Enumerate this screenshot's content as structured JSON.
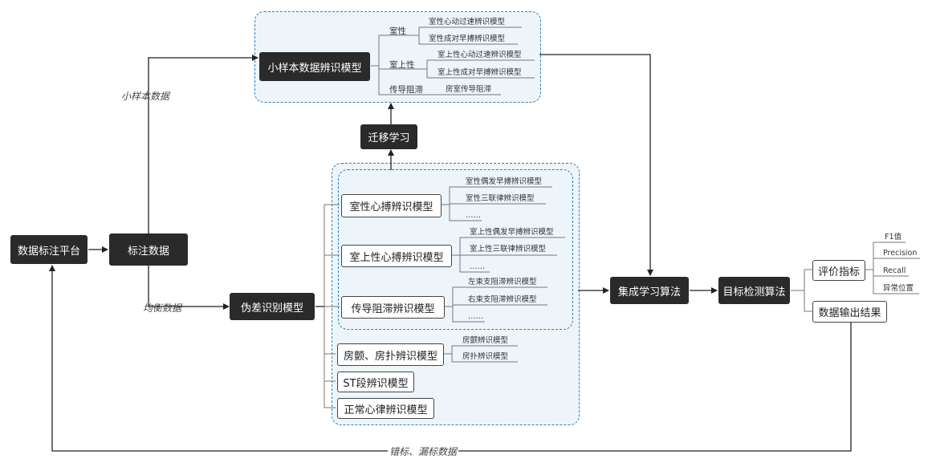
{
  "colors": {
    "dark_node": "#2a2a2a",
    "dashed_border": "#2f7fbf",
    "group_fill": "#eef5fa"
  },
  "nodes": {
    "annotation_platform": "数据标注平台",
    "labeled_data": "标注数据",
    "small_sample_model": "小样本数据辨识模型",
    "transfer_learning": "迁移学习",
    "artifact_model": "伪差识别模型",
    "ensemble": "集成学习算法",
    "target_detection": "目标检测算法",
    "eval_metrics": "评价指标",
    "data_output": "数据输出结果"
  },
  "edge_labels": {
    "small_sample_data": "小样本数据",
    "balanced_data": "均衡数据",
    "feedback": "错标、漏标数据"
  },
  "small_sample": {
    "groups": [
      {
        "label": "室性",
        "leaves": [
          "室性心动过速辨识模型",
          "室性成对早搏辨识模型"
        ]
      },
      {
        "label": "室上性",
        "leaves": [
          "室上性心动过速辨识模型",
          "室上性成对早搏辨识模型"
        ]
      },
      {
        "label": "传导阻滞",
        "leaves": [
          "房室传导阻滞"
        ]
      }
    ]
  },
  "artifact_children": [
    {
      "label": "室性心搏辨识模型",
      "leaves": [
        "室性偶发早搏辨识模型",
        "室性三联律辨识模型",
        "……"
      ]
    },
    {
      "label": "室上性心搏辨识模型",
      "leaves": [
        "室上性偶发早搏辨识模型",
        "室上性三联律辨识模型",
        "……"
      ]
    },
    {
      "label": "传导阻滞辨识模型",
      "leaves": [
        "左束支阻滞辨识模型",
        "右束支阻滞辨识模型",
        "……"
      ]
    },
    {
      "label": "房颤、房扑辨识模型",
      "leaves": [
        "房颤辨识模型",
        "房扑辨识模型"
      ]
    },
    {
      "label": "ST段辨识模型",
      "leaves": []
    },
    {
      "label": "正常心律辨识模型",
      "leaves": []
    }
  ],
  "metrics": [
    "F1值",
    "Precision",
    "Recall",
    "异常位置"
  ]
}
